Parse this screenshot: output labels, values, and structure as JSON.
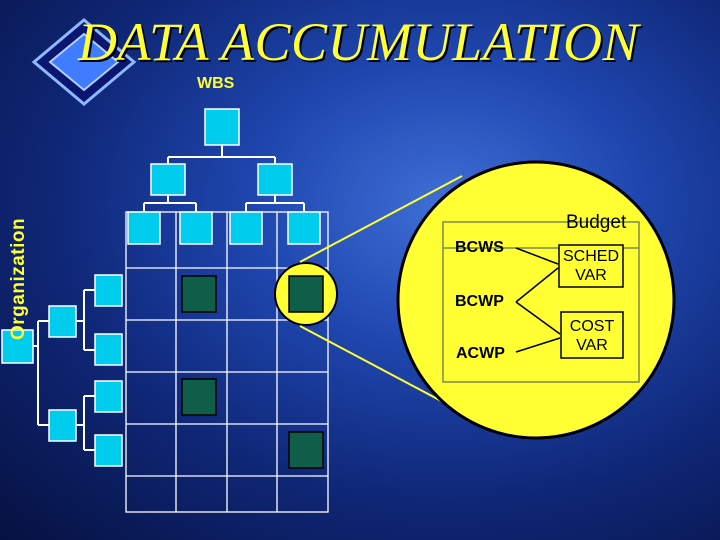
{
  "title": "DATA ACCUMULATION",
  "axis": {
    "top_label": "WBS",
    "side_label": "Organization"
  },
  "detail": {
    "budget_label": "Budget",
    "bcws_label": "BCWS",
    "bcwp_label": "BCWP",
    "acwp_label": "ACWP",
    "sched_var_line1": "SCHED",
    "sched_var_line2": "VAR",
    "cost_var_line1": "COST",
    "cost_var_line2": "VAR"
  },
  "colors": {
    "accent_yellow": "#ffff33",
    "box_cyan": "#00ccee",
    "cell_green": "#0e5e4a",
    "tree_line": "#ffffff"
  },
  "icons": [
    "diamond-logo-icon"
  ]
}
